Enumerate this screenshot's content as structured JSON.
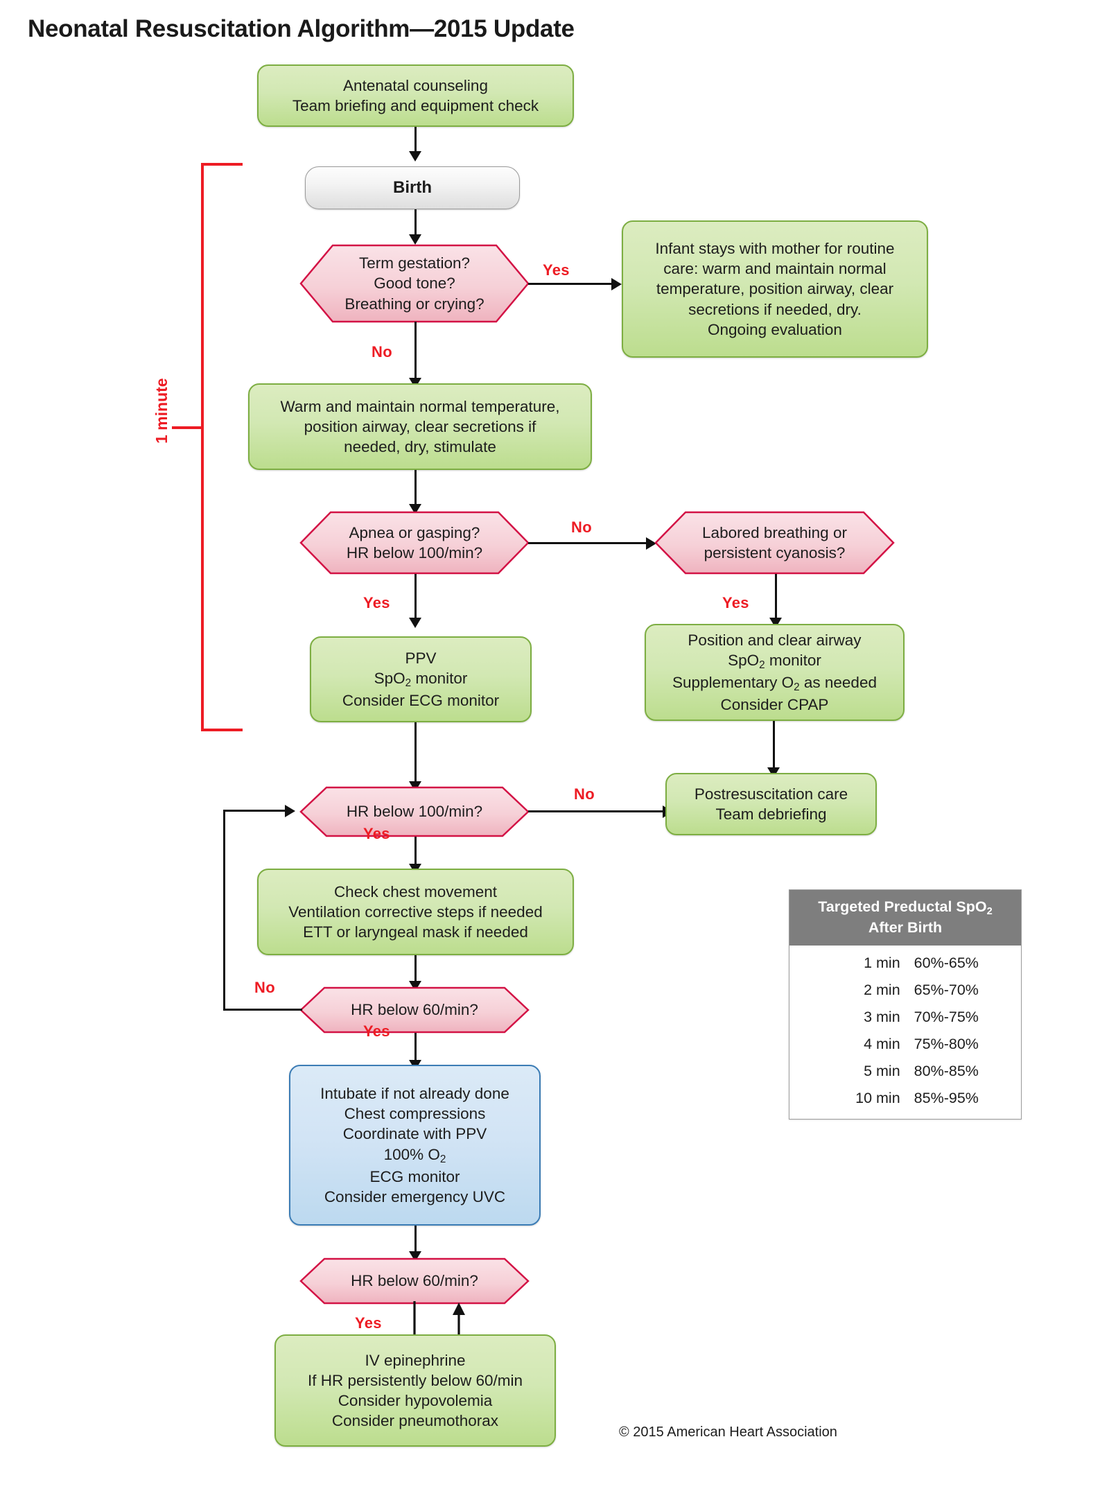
{
  "title": "Neonatal Resuscitation Algorithm—2015 Update",
  "copyright": "© 2015 American Heart Association",
  "bracket": {
    "label": "1 minute",
    "color": "#ED1C24"
  },
  "colors": {
    "green_fill": "#d2e8b3",
    "green_border": "#7dae42",
    "blue_fill": "#d2e4f5",
    "blue_border": "#3b7cb5",
    "decision_fill": "#f6d0d7",
    "decision_border": "#d31245",
    "terminator_fill": "#f0f0f0",
    "flag_red": "#ED1C24",
    "table_header_bg": "#7e7e7e"
  },
  "nodes": {
    "antenatal": {
      "type": "process",
      "lines": [
        "Antenatal counseling",
        "Team briefing and equipment check"
      ]
    },
    "birth": {
      "type": "terminator",
      "lines": [
        "Birth"
      ]
    },
    "term_gestation": {
      "type": "decision",
      "lines": [
        "Term gestation?",
        "Good tone?",
        "Breathing or crying?"
      ]
    },
    "routine_care": {
      "type": "process",
      "lines": [
        "Infant stays with mother for routine",
        "care: warm and maintain normal",
        "temperature, position airway, clear",
        "secretions if needed, dry.",
        "Ongoing evaluation"
      ]
    },
    "warm_maintain": {
      "type": "process",
      "lines": [
        "Warm and maintain normal temperature,",
        "position airway, clear secretions if",
        "needed, dry, stimulate"
      ]
    },
    "apnea": {
      "type": "decision",
      "lines": [
        "Apnea or gasping?",
        "HR below 100/min?"
      ]
    },
    "labored": {
      "type": "decision",
      "lines": [
        "Labored breathing or",
        "persistent cyanosis?"
      ]
    },
    "ppv": {
      "type": "process",
      "lines": [
        "PPV",
        "SpO2 monitor",
        "Consider ECG monitor"
      ]
    },
    "position_clear": {
      "type": "process",
      "lines": [
        "Position and clear airway",
        "SpO2 monitor",
        "Supplementary O2 as needed",
        "Consider CPAP"
      ]
    },
    "hr100": {
      "type": "decision",
      "lines": [
        "HR below 100/min?"
      ]
    },
    "postresus": {
      "type": "process",
      "lines": [
        "Postresuscitation care",
        "Team debriefing"
      ]
    },
    "check_chest": {
      "type": "process",
      "lines": [
        "Check chest movement",
        "Ventilation corrective steps if needed",
        "ETT or laryngeal mask if needed"
      ]
    },
    "hr60_a": {
      "type": "decision",
      "lines": [
        "HR below 60/min?"
      ]
    },
    "intubate": {
      "type": "process_blue",
      "lines": [
        "Intubate if not already done",
        "Chest compressions",
        "Coordinate with PPV",
        "100% O2",
        "ECG monitor",
        "Consider emergency UVC"
      ]
    },
    "hr60_b": {
      "type": "decision",
      "lines": [
        "HR below 60/min?"
      ]
    },
    "epinephrine": {
      "type": "process",
      "lines": [
        "IV epinephrine",
        "If HR persistently below 60/min",
        "Consider hypovolemia",
        "Consider pneumothorax"
      ]
    }
  },
  "flags": {
    "term_yes": "Yes",
    "term_no": "No",
    "apnea_no": "No",
    "apnea_yes": "Yes",
    "labored_yes": "Yes",
    "hr100_no": "No",
    "hr100_yes": "Yes",
    "hr60a_no": "No",
    "hr60a_yes": "Yes",
    "hr60b_yes": "Yes"
  },
  "chart_data": {
    "type": "table",
    "title": "Targeted Preductal SpO2 After Birth",
    "title_lines": [
      "Targeted Preductal SpO2",
      "After Birth"
    ],
    "columns": [
      "time",
      "spo2_range"
    ],
    "rows": [
      {
        "time": "1 min",
        "spo2_range": "60%-65%"
      },
      {
        "time": "2 min",
        "spo2_range": "65%-70%"
      },
      {
        "time": "3 min",
        "spo2_range": "70%-75%"
      },
      {
        "time": "4 min",
        "spo2_range": "75%-80%"
      },
      {
        "time": "5 min",
        "spo2_range": "80%-85%"
      },
      {
        "time": "10 min",
        "spo2_range": "85%-95%"
      }
    ]
  }
}
